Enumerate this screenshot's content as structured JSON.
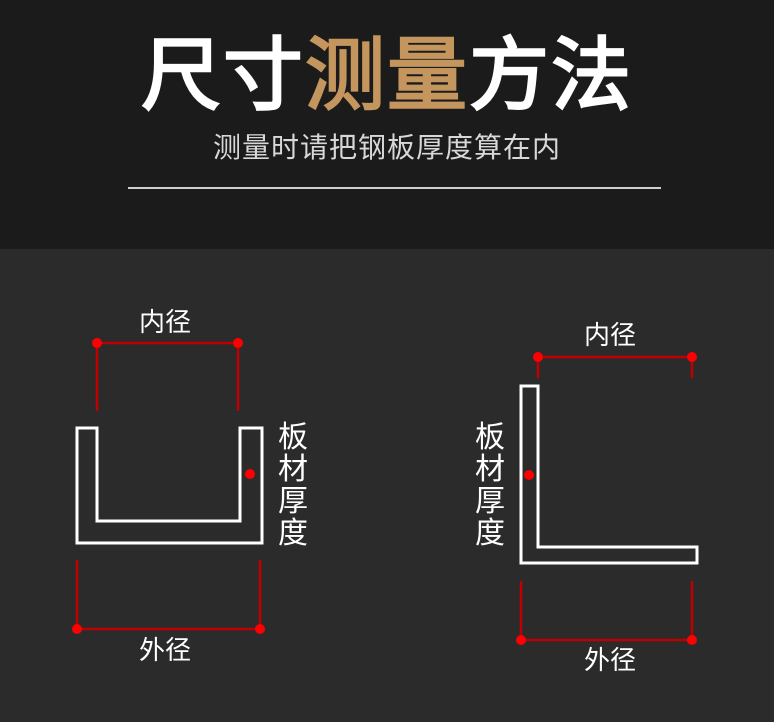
{
  "header": {
    "title_part1": "尺寸",
    "title_accent": "测量",
    "title_part2": "方法",
    "subtitle": "测量时请把钢板厚度算在内"
  },
  "colors": {
    "header_bg": "#1b1b1b",
    "body_bg": "#2b2b2b",
    "accent": "#c4965e",
    "dimension_line": "#c00000",
    "dot": "#ff0000",
    "profile_outline": "#ffffff"
  },
  "channel_diagram": {
    "profile": "U-channel",
    "inner_label": "内径",
    "outer_label": "外径",
    "thickness_label": "板材厚度"
  },
  "angle_diagram": {
    "profile": "L-angle",
    "inner_label": "内径",
    "outer_label": "外径",
    "thickness_label": "板材厚度"
  }
}
